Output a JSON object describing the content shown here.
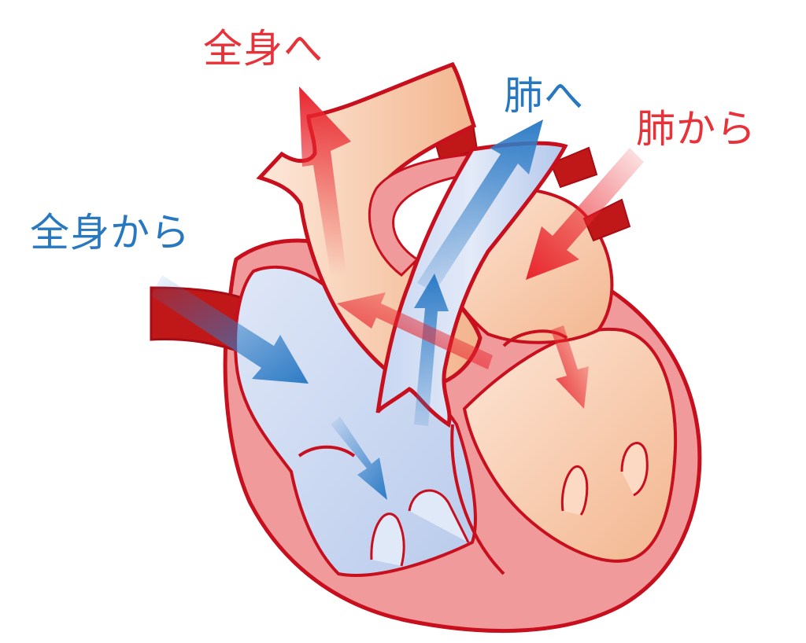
{
  "labels": {
    "to_body": "全身へ",
    "to_lungs": "肺へ",
    "from_lungs": "肺から",
    "from_body": "全身から"
  },
  "colors": {
    "oxygenated_text": "#e8323a",
    "deoxygenated_text": "#2878c0",
    "outline": "#c80f1e",
    "muscle": "#f09a9c",
    "vessel_light": "#fbd4c0",
    "chamber_left": "#f8c8a8",
    "chamber_right": "#c2d2ee",
    "arrow_red": "#e8242c",
    "arrow_blue": "#2e7cc6"
  },
  "icons": {
    "arrows": [
      "arrow-to-body",
      "arrow-to-lungs",
      "arrow-from-lungs",
      "arrow-from-body",
      "arrow-la-to-lv",
      "arrow-ra-to-rv",
      "arrow-rv-to-pa",
      "arrow-lv-to-aorta"
    ]
  }
}
